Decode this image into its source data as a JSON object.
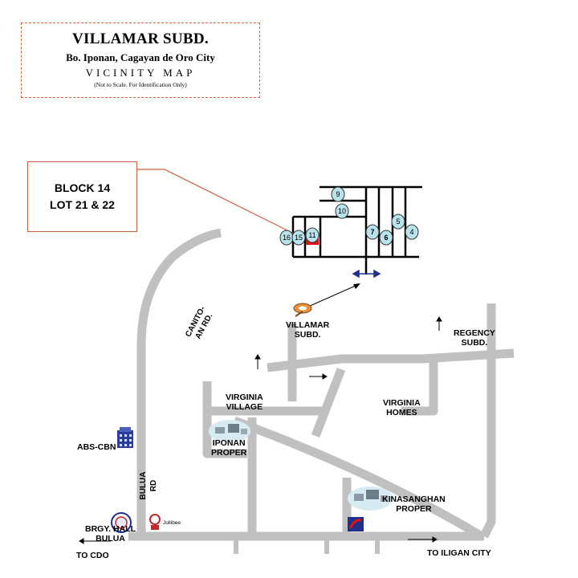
{
  "header": {
    "title": "VILLAMAR SUBD.",
    "address": "Bo. Iponan,  Cagayan de Oro City",
    "subtitle": "VICINITY MAP",
    "note": "(Not to Scale. For Identification Only)"
  },
  "callout": {
    "block": "BLOCK 14",
    "lot": "LOT 21 & 22"
  },
  "lots": {
    "l16": "16",
    "l15": "15",
    "l11": "11",
    "l9": "9",
    "l10": "10",
    "l7": "7",
    "l6": "6",
    "l5": "5",
    "l4": "4"
  },
  "places": {
    "villamar_1": "VILLAMAR",
    "villamar_2": "SUBD.",
    "canitoan_1": "CANITO-",
    "canitoan_2": "AN RD.",
    "regency_1": "REGENCY",
    "regency_2": "SUBD.",
    "virginia_village_1": "VIRGINIA",
    "virginia_village_2": "VILLAGE",
    "virginia_homes_1": "VIRGINIA",
    "virginia_homes_2": "HOMES",
    "iponan_1": "IPONAN",
    "iponan_2": "PROPER",
    "abs_cbn": "ABS-CBN",
    "bulua_rd_1": "BULUA",
    "bulua_rd_2": "RD",
    "jollibee": "Jollibee",
    "kinasanghan_1": "KINASANGHAN",
    "kinasanghan_2": "PROPER",
    "brgy_1": "BRGY. HALL",
    "brgy_2": "BULUA",
    "to_cdo": "TO CDO",
    "to_iligan": "TO ILIGAN CITY"
  },
  "colors": {
    "road": "#c0c0c0",
    "lot_circle": "#b9e3ea",
    "subject_lot": "#e81010",
    "callout_line": "#c8623c",
    "dark_blue": "#1f2f8a"
  },
  "icons": [
    "map-pin-icon",
    "building-icon",
    "jollibee-icon",
    "seal-icon",
    "petron-icon",
    "community-photo-icon"
  ]
}
